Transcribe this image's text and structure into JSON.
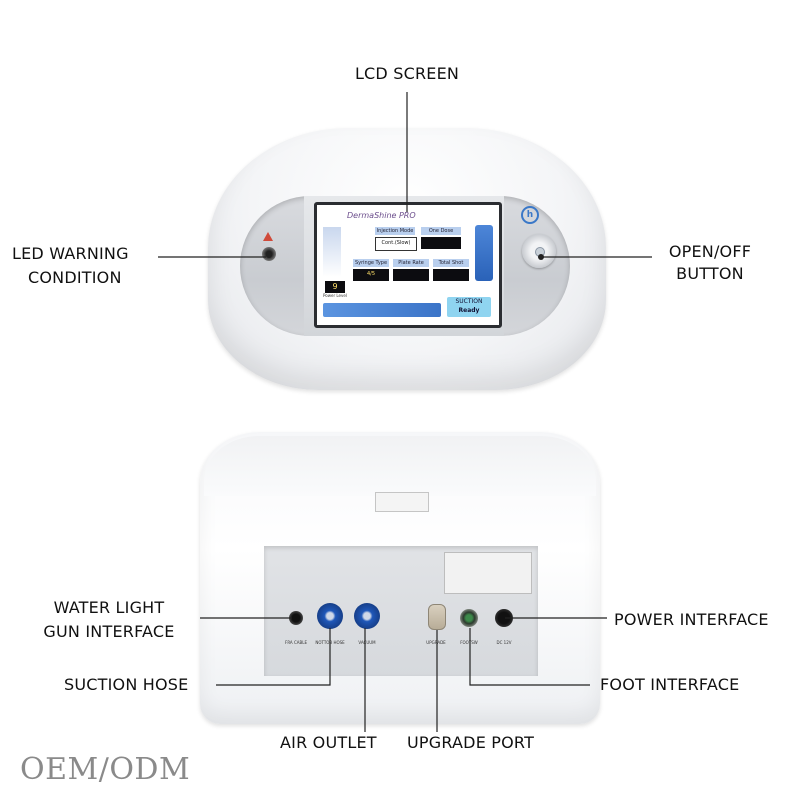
{
  "labels": {
    "lcd_screen": "LCD SCREEN",
    "led_warning_line1": "LED WARNING",
    "led_warning_line2": "CONDITION",
    "open_off_line1": "OPEN/OFF",
    "open_off_line2": "BUTTON",
    "water_light_line1": "WATER LIGHT",
    "water_light_line2": "GUN INTERFACE",
    "suction_hose": "SUCTION HOSE",
    "air_outlet": "AIR OUTLET",
    "upgrade_port": "UPGRADE PORT",
    "power_interface": "POWER INTERFACE",
    "foot_interface": "FOOT INTERFACE"
  },
  "watermark": "OEM/ODM",
  "screen": {
    "brand": "DermaShine PRO",
    "level_value": "9",
    "level_label": "Power Level",
    "injection_mode_label": "Injection Mode",
    "injection_mode_value": "Cont.(Slow)",
    "one_dose_label": "One Dose",
    "syringe_type_label": "Syringe Type",
    "syringe_type_value": "4/5",
    "plate_rate_label": "Plate Rate",
    "total_shot_label": "Total Shot",
    "suction_label": "SUCTION",
    "suction_status": "Ready"
  },
  "rear_port_captions": {
    "water_light": "FRA CABLE",
    "suction": "NOTTOB HOSE",
    "air": "VACUUM",
    "upgrade": "UPGRADE",
    "foot": "FOOTSW",
    "power": "DC 12V"
  },
  "colors": {
    "label_text": "#111111",
    "leader_line": "#222222",
    "port_blue": "#1f57b8",
    "screen_accent": "#3b74c8"
  }
}
